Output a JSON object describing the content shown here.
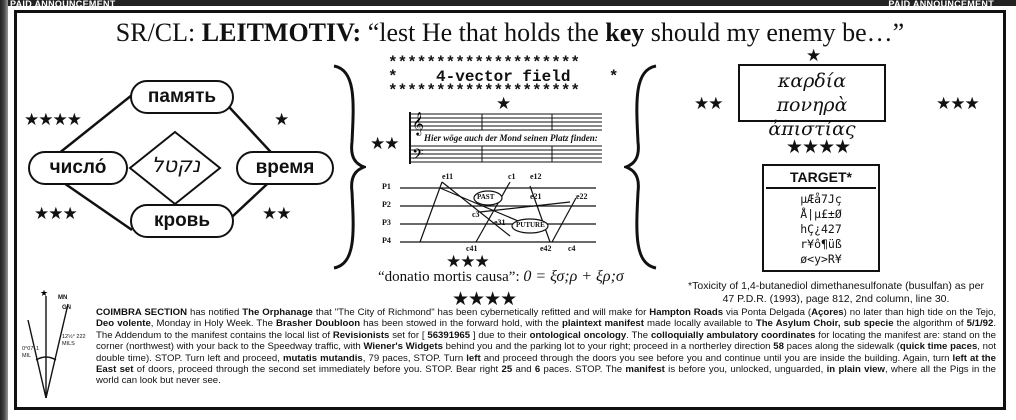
{
  "banner": {
    "left": "PAID ANNOUNCEMENT",
    "right": "PAID ANNOUNCEMENT"
  },
  "headline": {
    "prefix": "SR/CL: ",
    "title": "LEITMOTIV:",
    "quote_start": " “lest He that holds the ",
    "key_word": "key",
    "quote_end": " should my enemy be…”"
  },
  "diamond": {
    "top": "память",
    "left": "число́",
    "right": "время",
    "bottom": "кровь",
    "center": "נקטל",
    "stars_top_left": "★★★★",
    "stars_top_right": "★",
    "stars_bottom_left": "★★★",
    "stars_bottom_right": "★★"
  },
  "center_panel": {
    "star_line1": "********************",
    "star_line2": "*    4-vector field    *",
    "star_line3": "********************",
    "star_top": "★",
    "stars_left": "★★",
    "score_lyric": "Hier wöge auch der Mond seinen Platz finden:",
    "graph_labels": [
      "P1",
      "P2",
      "P3",
      "P4",
      "e11",
      "c1",
      "e12",
      "PAST",
      "e21",
      "e22",
      "c3",
      "PUTURE",
      "e31",
      "c41",
      "e42",
      "c4"
    ],
    "stars_below_graph": "★★★",
    "caption": "“donatio mortis causa”:",
    "formula": "0 = ξσ;ρ + ξρ;σ",
    "stars_bottom": "★★★★"
  },
  "right_panel": {
    "star_top": "★",
    "stars_left": "★★",
    "stars_right": "★★★",
    "greek_line1": "καρδία πονηρὰ",
    "greek_line2": "ἀπιστίας",
    "stars_mid": "★★★★",
    "target_title": "TARGET*",
    "target_codes": [
      "µÆå7Jç",
      "Å|µ£±Ø",
      "hÇ¿427",
      "r¥ô¶üß",
      "ø<y>R¥"
    ],
    "footnote": "*Toxicity of 1,4-butanediol dimethanesulfonate (busulfan) as per 47 P.D.R. (1993), page 812, 2nd column, line 30."
  },
  "compass": {
    "mn": "MN",
    "gn": "GN",
    "deg_left": "0°07' 1 MIL",
    "deg_right": "12½° 222 MILS"
  },
  "body": {
    "p1": "COIMBRA SECTION",
    "p2": " has notified ",
    "p3": "The Orphanage",
    "p4": " that \"The City of Richmond\" has been cybernetically refitted and will make for ",
    "p5": "Hampton Roads",
    "p6": " via Ponta Delgada (",
    "p7": "Açores",
    "p8": ") no later than high tide on the Tejo, ",
    "p9": "Deo volente",
    "p10": ", Monday in Holy Week. The ",
    "p11": "Brasher Doubloon",
    "p12": " has been stowed in the forward hold, with the ",
    "p13": "plaintext manifest",
    "p14": " made locally available to ",
    "p15": "The Asylum Choir, sub specie",
    "p16": " the algorithm of ",
    "p17": "5/1/92",
    "p18": ". The Addendum to the manifest contains the local list of ",
    "p19": "Revisionists",
    "p20": " set for [ ",
    "p21": "56391965",
    "p22": " ] due to their ",
    "p23": "ontological oncology",
    "p24": ". The ",
    "p25": "colloquially ambulatory coordinates",
    "p26": " for locating the manifest are: stand on the corner (northwest) with your back to the Speedway traffic, with ",
    "p27": "Wiener's Widgets",
    "p28": " behind you and the parking lot to your right; proceed in a northerley direction ",
    "p29": "58",
    "p30": " paces along the sidewalk (",
    "p31": "quick time paces",
    "p32": ", not double time). STOP. Turn left and proceed, ",
    "p33": "mutatis mutandis",
    "p34": ", 79 paces, STOP. Turn ",
    "p35": "left",
    "p36": " and proceed through the doors you see before you and continue until you are inside the building. Again, turn ",
    "p37": "left at the East set",
    "p38": " of doors, proceed through the second set immediately before you. STOP. Bear right ",
    "p39": "25",
    "p40": " and ",
    "p41": "6",
    "p42": " paces. STOP. The ",
    "p43": "manifest",
    "p44": " is before you, unlocked, unguarded, ",
    "p45": "in plain view",
    "p46": ", where all the Pigs in the world can look but never see."
  }
}
